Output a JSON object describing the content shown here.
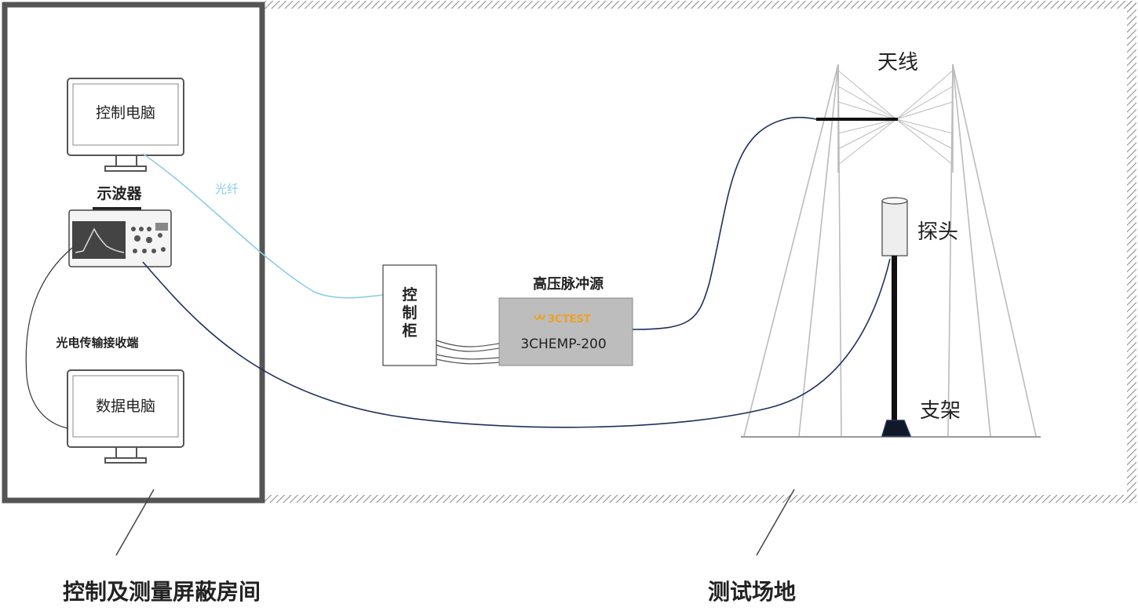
{
  "rooms": {
    "control_room": "控制及测量屏蔽房间",
    "test_site": "测试场地"
  },
  "devices": {
    "control_pc": "控制电脑",
    "oscilloscope": "示波器",
    "receiver": "光电传输接收端",
    "data_pc": "数据电脑",
    "cabinet": [
      "控",
      "制",
      "柜"
    ],
    "pulse_source_title": "高压脉冲源",
    "pulse_source_brand": "3CTEST",
    "pulse_source_model": "3CHEMP-200",
    "antenna": "天线",
    "probe": "探头",
    "stand": "支架"
  },
  "cables": {
    "fiber": "光纤"
  },
  "colors": {
    "fiber": "#8ecbe6",
    "coax": "#1f2f5c",
    "wall": "#555555",
    "brand": "#f0a020",
    "pulse_box": "#bdbdbd"
  }
}
